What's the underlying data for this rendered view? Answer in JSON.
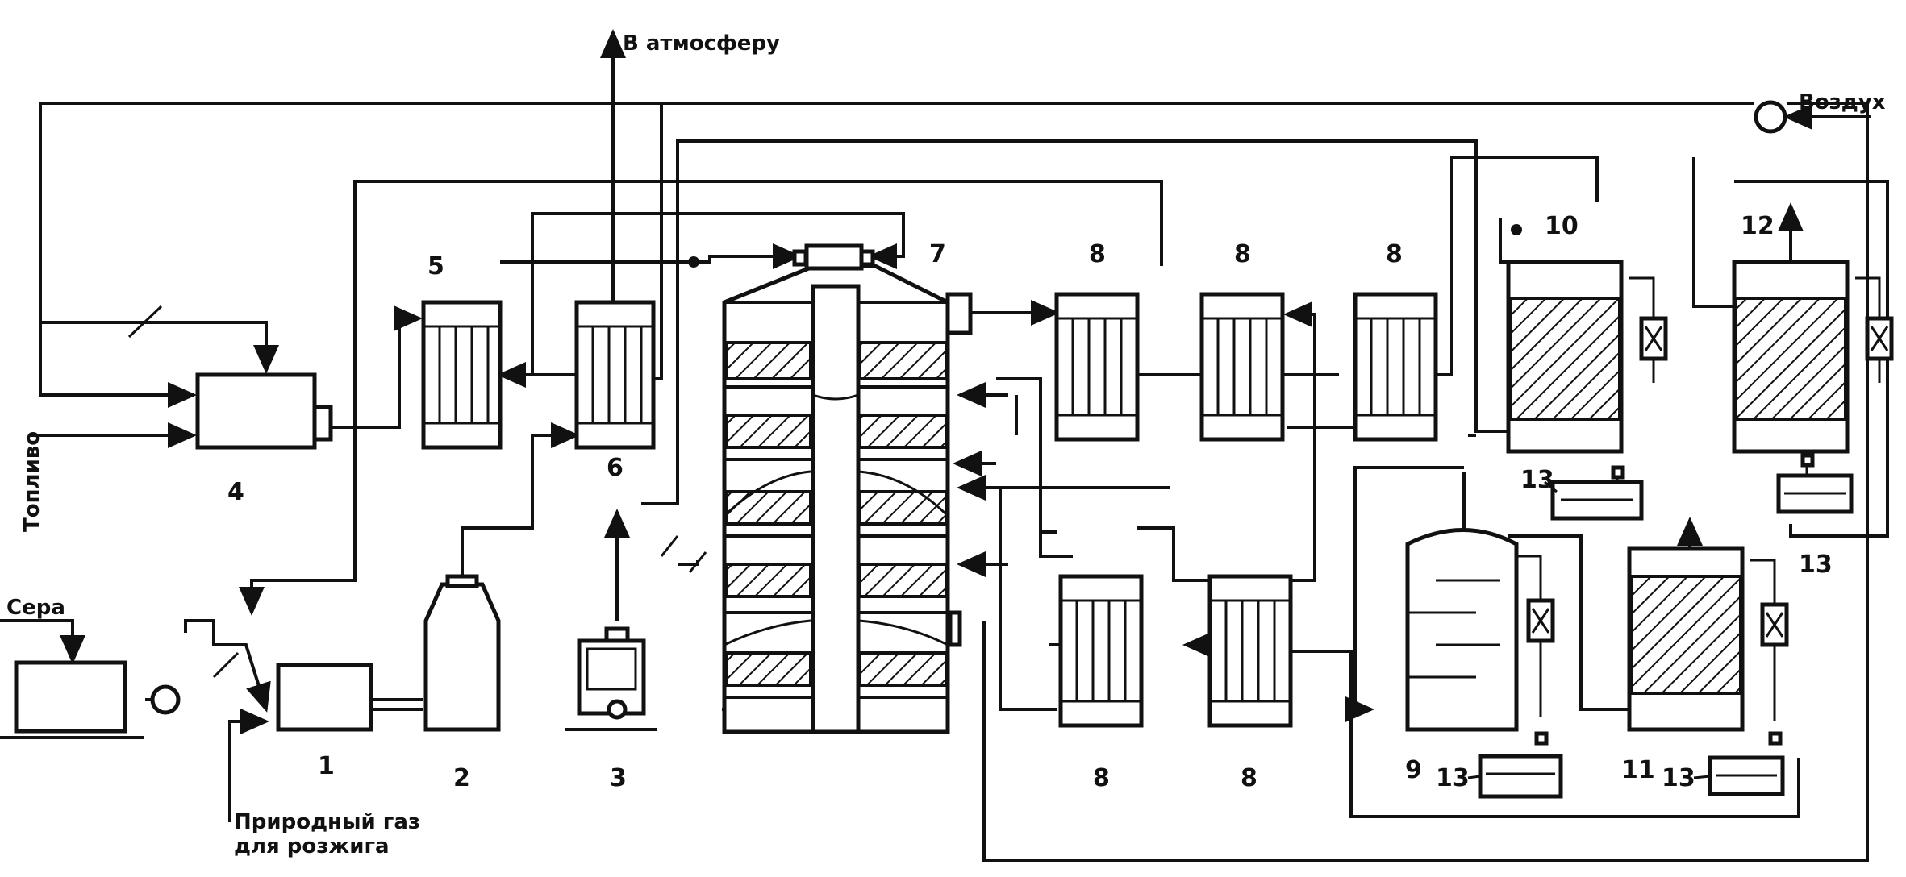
{
  "labels": {
    "atmosphere": "В атмосферу",
    "air": "Воздух",
    "fuel": "Топливо",
    "sulfur": "Сера",
    "gas_line1": "Природный газ",
    "gas_line2": "для розжига"
  },
  "numbers": {
    "n1": "1",
    "n2": "2",
    "n3": "3",
    "n4": "4",
    "n5": "5",
    "n6": "6",
    "n7": "7",
    "n8": "8",
    "n9": "9",
    "n10": "10",
    "n11": "11",
    "n12": "12",
    "n13": "13"
  }
}
